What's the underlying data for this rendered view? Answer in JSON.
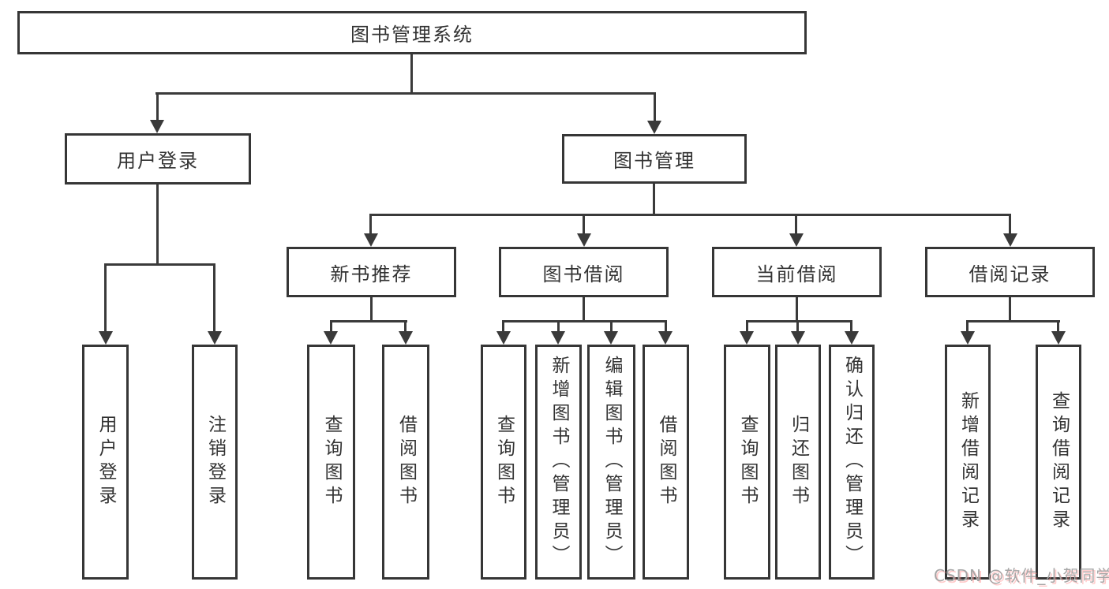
{
  "diagram": {
    "root": {
      "label": "图书管理系统"
    },
    "branches": {
      "user_login": {
        "label": "用户登录"
      },
      "book_mgmt": {
        "label": "图书管理"
      }
    },
    "modules": {
      "new_books": {
        "label": "新书推荐"
      },
      "book_borrow": {
        "label": "图书借阅"
      },
      "current_borrow": {
        "label": "当前借阅"
      },
      "borrow_records": {
        "label": "借阅记录"
      }
    },
    "leaves": {
      "user_login": {
        "label": "用户登录"
      },
      "logout": {
        "label": "注销登录"
      },
      "nb_query": {
        "label": "查询图书"
      },
      "nb_borrow": {
        "label": "借阅图书"
      },
      "bb_query": {
        "label": "查询图书"
      },
      "bb_add": {
        "label": "新增图书（管理员）"
      },
      "bb_edit": {
        "label": "编辑图书（管理员）"
      },
      "bb_borrow": {
        "label": "借阅图书"
      },
      "cb_query": {
        "label": "查询图书"
      },
      "cb_return": {
        "label": "归还图书"
      },
      "cb_confirm": {
        "label": "确认归还（管理员）"
      },
      "rec_add": {
        "label": "新增借阅记录"
      },
      "rec_query": {
        "label": "查询借阅记录"
      }
    }
  },
  "watermark": {
    "text": "CSDN @软件_小贺同学"
  },
  "colors": {
    "line": "#3a3a3a",
    "text": "#333333",
    "background": "#ffffff",
    "watermark": "#a6a6a6"
  }
}
